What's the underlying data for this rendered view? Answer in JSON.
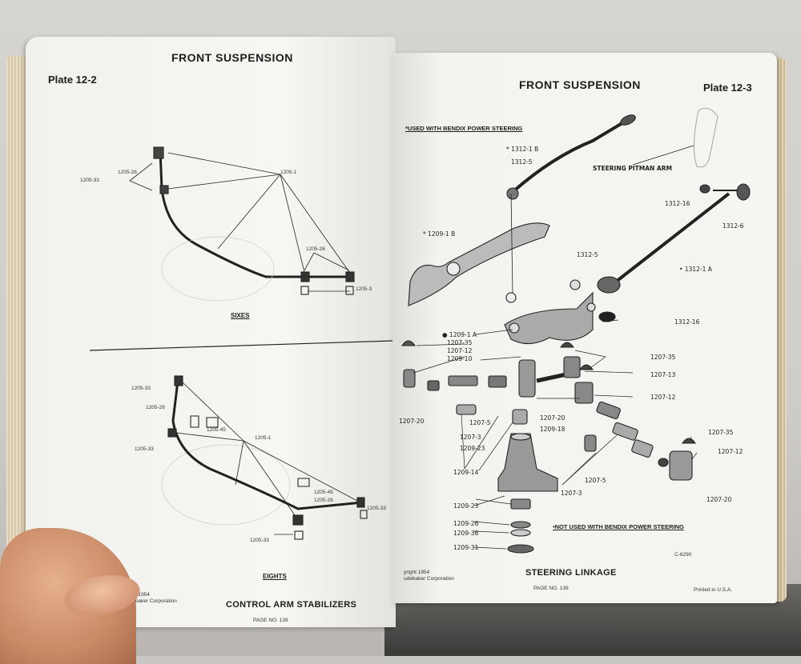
{
  "left_page": {
    "plate": "Plate 12-2",
    "title": "FRONT SUSPENSION",
    "section_sixes": "SIXES",
    "section_eights": "EIGHTS",
    "caption": "CONTROL ARM STABILIZERS",
    "copyright_line1": "right 1954",
    "copyright_line2": "udebaker Corporation",
    "page_no": "PAGE NO. 139",
    "labels_sixes": [
      "1205-33",
      "1205-26",
      "1205-1",
      "1205-26",
      "1205-3"
    ],
    "labels_eights": [
      "1205-33",
      "1205-26",
      "1205-45",
      "1205-1",
      "1205-33",
      "1205-45",
      "1205-26",
      "1205-33",
      "1205-33"
    ]
  },
  "right_page": {
    "plate": "Plate 12-3",
    "title": "FRONT SUSPENSION",
    "note_used": "*USED WITH BENDIX POWER STEERING",
    "note_not_used": "•NOT USED WITH BENDIX POWER STEERING",
    "pitman_arm": "STEERING PITMAN ARM",
    "caption": "STEERING LINKAGE",
    "copyright_line1": "yright 1954",
    "copyright_line2": "udebaker Corporation",
    "page_no": "PAGE NO. 139",
    "printed": "Printed in U.S.A.",
    "figure_code": "C-6290",
    "labels": {
      "l1312_1b": "* 1312-1 B",
      "l1312_5a": "1312-5",
      "l1209_1b": "* 1209-1 B",
      "l1312_16a": "1312-16",
      "l1312_6": "1312-6",
      "l1312_5b": "1312-5",
      "l1312_1a": "• 1312-1 A",
      "l1312_16b": "1312-16",
      "l1209_1a": "● 1209-1 A",
      "l1207_35a": "1207-35",
      "l1207_12a": "1207-12",
      "l1209_10": "1209-10",
      "l1207_35b": "1207-35",
      "l1207_13": "1207-13",
      "l1207_12b": "1207-12",
      "l1207_20a": "1207-20",
      "l1207_5a": "1207-5",
      "l1207_3a": "1207-3",
      "l1209_23a": "1209-23",
      "l1209_18": "1209-18",
      "l1207_20b": "1207-20",
      "l1207_35c": "1207-35",
      "l1207_12c": "1207-12",
      "l1209_14": "1209-14",
      "l1207_5b": "1207-5",
      "l1207_3b": "1207-3",
      "l1207_20c": "1207-20",
      "l1209_23b": "1209-23",
      "l1209_26": "1209-26",
      "l1209_36": "1209-36",
      "l1209_31": "1209-31"
    }
  }
}
